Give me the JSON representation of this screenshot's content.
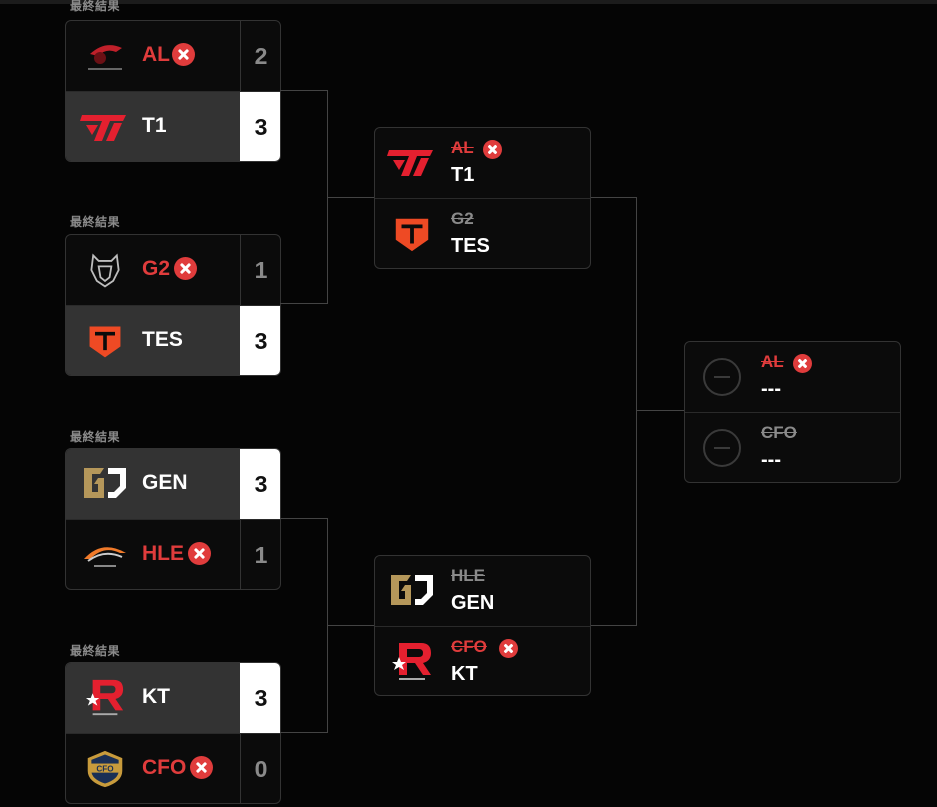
{
  "colors": {
    "background": "#050505",
    "winner_row": "#333333",
    "loser_red": "#e03c3c",
    "score_win_bg": "#ffffff"
  },
  "label": "最終結果",
  "matches": [
    {
      "teams": [
        {
          "name": "AL",
          "score": "2",
          "logo": "al-logo-icon",
          "eliminated": true
        },
        {
          "name": "T1",
          "score": "3",
          "logo": "t1-logo-icon",
          "eliminated": false
        }
      ]
    },
    {
      "teams": [
        {
          "name": "G2",
          "score": "1",
          "logo": "g2-logo-icon",
          "eliminated": true
        },
        {
          "name": "TES",
          "score": "3",
          "logo": "tes-logo-icon",
          "eliminated": false
        }
      ]
    },
    {
      "teams": [
        {
          "name": "GEN",
          "score": "3",
          "logo": "gen-logo-icon",
          "eliminated": false
        },
        {
          "name": "HLE",
          "score": "1",
          "logo": "hle-logo-icon",
          "eliminated": true
        }
      ]
    },
    {
      "teams": [
        {
          "name": "KT",
          "score": "3",
          "logo": "kt-logo-icon",
          "eliminated": false
        },
        {
          "name": "CFO",
          "score": "0",
          "logo": "cfo-logo-icon",
          "eliminated": true
        }
      ]
    }
  ],
  "semis": [
    {
      "rows": [
        {
          "predicted": "AL",
          "actual": "T1"
        },
        {
          "predicted": "G2",
          "actual": "TES"
        }
      ]
    },
    {
      "rows": [
        {
          "predicted": "HLE",
          "actual": "GEN"
        },
        {
          "predicted": "CFO",
          "actual": "KT"
        }
      ]
    }
  ],
  "final": {
    "rows": [
      {
        "predicted": "AL",
        "actual": "---"
      },
      {
        "predicted": "CFO",
        "actual": "---"
      }
    ]
  }
}
